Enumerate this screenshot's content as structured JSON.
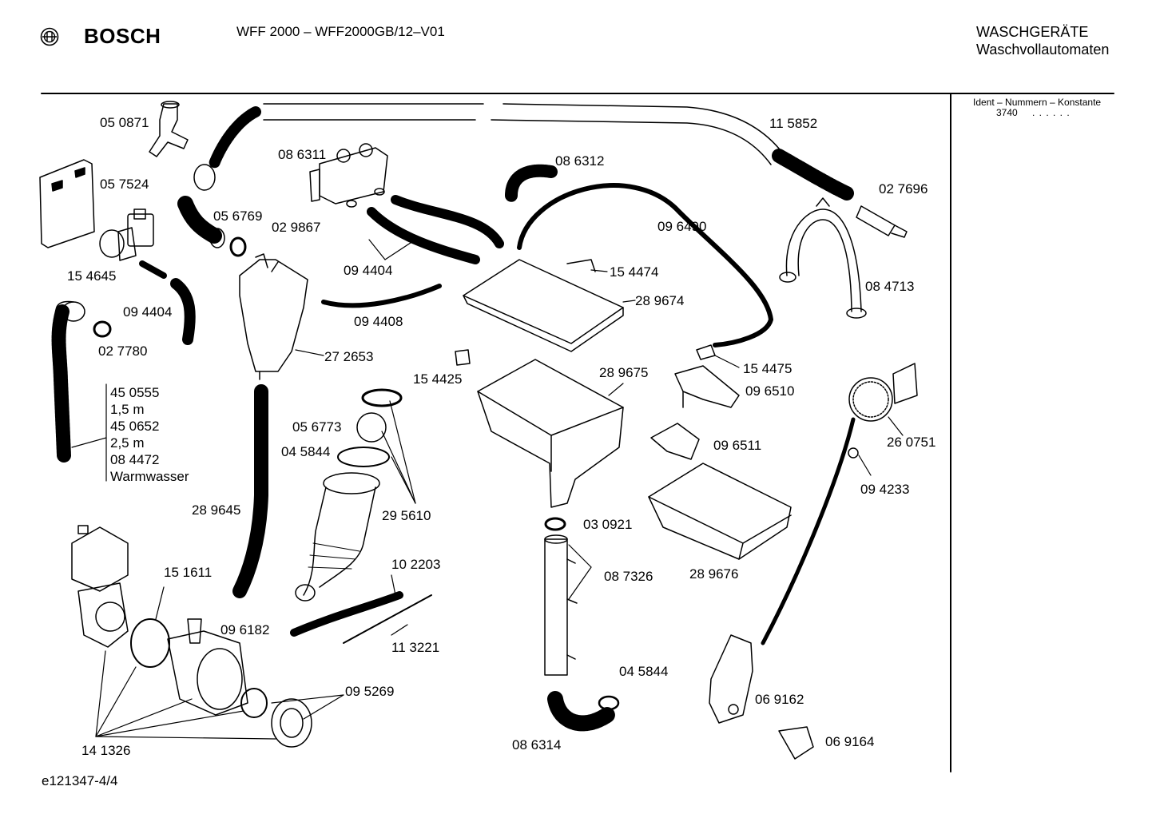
{
  "header": {
    "brand": "BOSCH",
    "model": "WFF 2000 – WFF2000GB/12–V01",
    "category_line1": "WASCHGERÄTE",
    "category_line2": "Waschvollautomaten"
  },
  "ident": {
    "heading": "Ident – Nummern – Konstante",
    "value": "3740",
    "dots": ". .   . . . ."
  },
  "footer": {
    "drawing_id": "e121347-4/4"
  },
  "hose_info": {
    "line1": "45 0555",
    "line2": "1,5 m",
    "line3": "45 0652",
    "line4": "2,5 m",
    "line5": "08 4472",
    "line6": "Warmwasser"
  },
  "part_labels": {
    "p050871": "05 0871",
    "p057524": "05 7524",
    "p154645": "15 4645",
    "p094404a": "09 4404",
    "p027780": "02 7780",
    "p056769": "05 6769",
    "p029867": "02 9867",
    "p086311": "08 6311",
    "p094404b": "09 4404",
    "p094408": "09 4408",
    "p272653": "27 2653",
    "p154425": "15 4425",
    "p086312": "08 6312",
    "p096490": "09 6490",
    "p154474": "15 4474",
    "p289674": "28 9674",
    "p115852": "11 5852",
    "p027696": "02 7696",
    "p084713": "08 4713",
    "p154475": "15 4475",
    "p096510": "09 6510",
    "p289675": "28 9675",
    "p096511": "09 6511",
    "p260751": "26 0751",
    "p094233": "09 4233",
    "p056773": "05 6773",
    "p045844a": "04 5844",
    "p295610": "29 5610",
    "p289645": "28 9645",
    "p030921": "03 0921",
    "p087326": "08 7326",
    "p289676": "28 9676",
    "p102203": "10 2203",
    "p113221": "11 3221",
    "p151611": "15 1611",
    "p096182": "09 6182",
    "p095269": "09 5269",
    "p141326": "14 1326",
    "p045844b": "04 5844",
    "p086314": "08 6314",
    "p069162": "06 9162",
    "p069164": "06 9164"
  }
}
